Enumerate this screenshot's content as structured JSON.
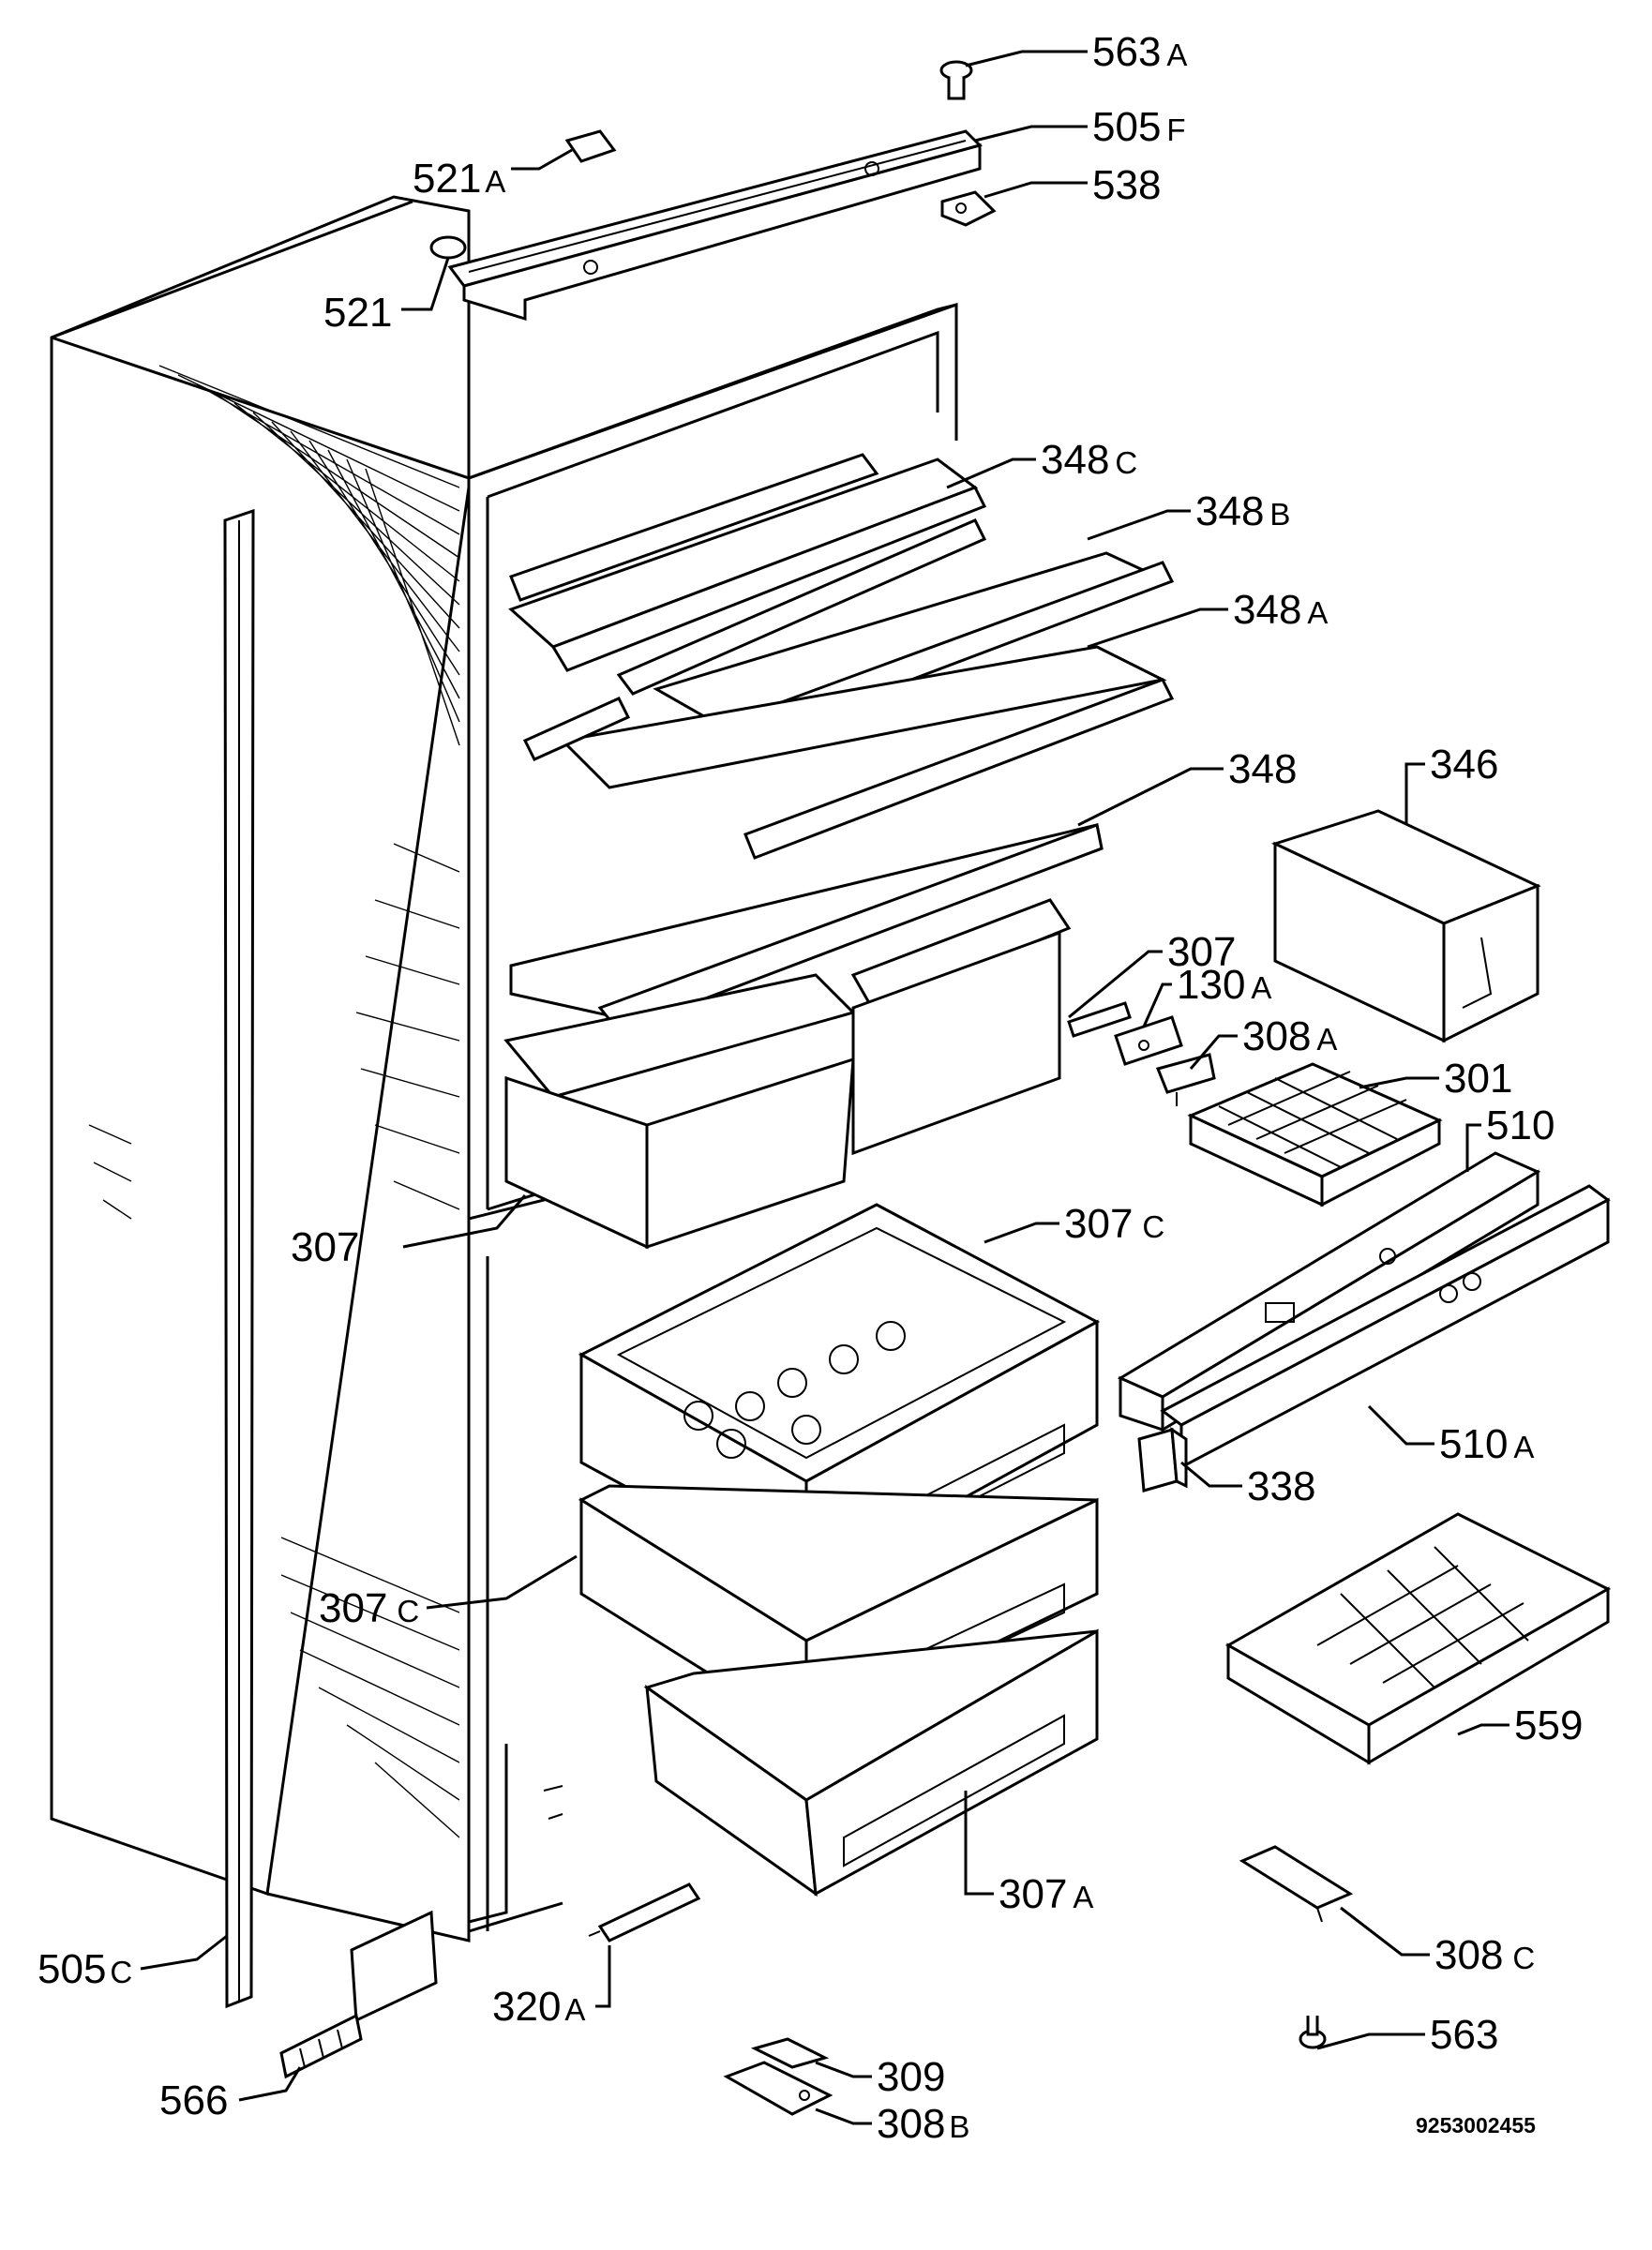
{
  "diagram": {
    "drawing_code": "9253002455",
    "callouts": [
      {
        "id": "563A",
        "num": "563",
        "suffix": "A"
      },
      {
        "id": "505F",
        "num": "505",
        "suffix": "F"
      },
      {
        "id": "538",
        "num": "538",
        "suffix": ""
      },
      {
        "id": "521A",
        "num": "521",
        "suffix": "A"
      },
      {
        "id": "521",
        "num": "521",
        "suffix": ""
      },
      {
        "id": "348C",
        "num": "348",
        "suffix": "C"
      },
      {
        "id": "348B",
        "num": "348",
        "suffix": "B"
      },
      {
        "id": "348A",
        "num": "348",
        "suffix": "A"
      },
      {
        "id": "348",
        "num": "348",
        "suffix": ""
      },
      {
        "id": "346",
        "num": "346",
        "suffix": ""
      },
      {
        "id": "307-top",
        "num": "307",
        "suffix": ""
      },
      {
        "id": "130A",
        "num": "130",
        "suffix": "A"
      },
      {
        "id": "308A",
        "num": "308",
        "suffix": "A"
      },
      {
        "id": "301",
        "num": "301",
        "suffix": ""
      },
      {
        "id": "510",
        "num": "510",
        "suffix": ""
      },
      {
        "id": "307-left",
        "num": "307",
        "suffix": ""
      },
      {
        "id": "307C-top",
        "num": "307",
        "suffix": "C"
      },
      {
        "id": "510A",
        "num": "510",
        "suffix": "A"
      },
      {
        "id": "338",
        "num": "338",
        "suffix": ""
      },
      {
        "id": "307C-left",
        "num": "307",
        "suffix": "C"
      },
      {
        "id": "559",
        "num": "559",
        "suffix": ""
      },
      {
        "id": "307A",
        "num": "307",
        "suffix": "A"
      },
      {
        "id": "308C",
        "num": "308",
        "suffix": "C"
      },
      {
        "id": "505C",
        "num": "505",
        "suffix": "C"
      },
      {
        "id": "320A",
        "num": "320",
        "suffix": "A"
      },
      {
        "id": "563",
        "num": "563",
        "suffix": ""
      },
      {
        "id": "566",
        "num": "566",
        "suffix": ""
      },
      {
        "id": "309",
        "num": "309",
        "suffix": ""
      },
      {
        "id": "308B",
        "num": "308",
        "suffix": "B"
      }
    ]
  }
}
